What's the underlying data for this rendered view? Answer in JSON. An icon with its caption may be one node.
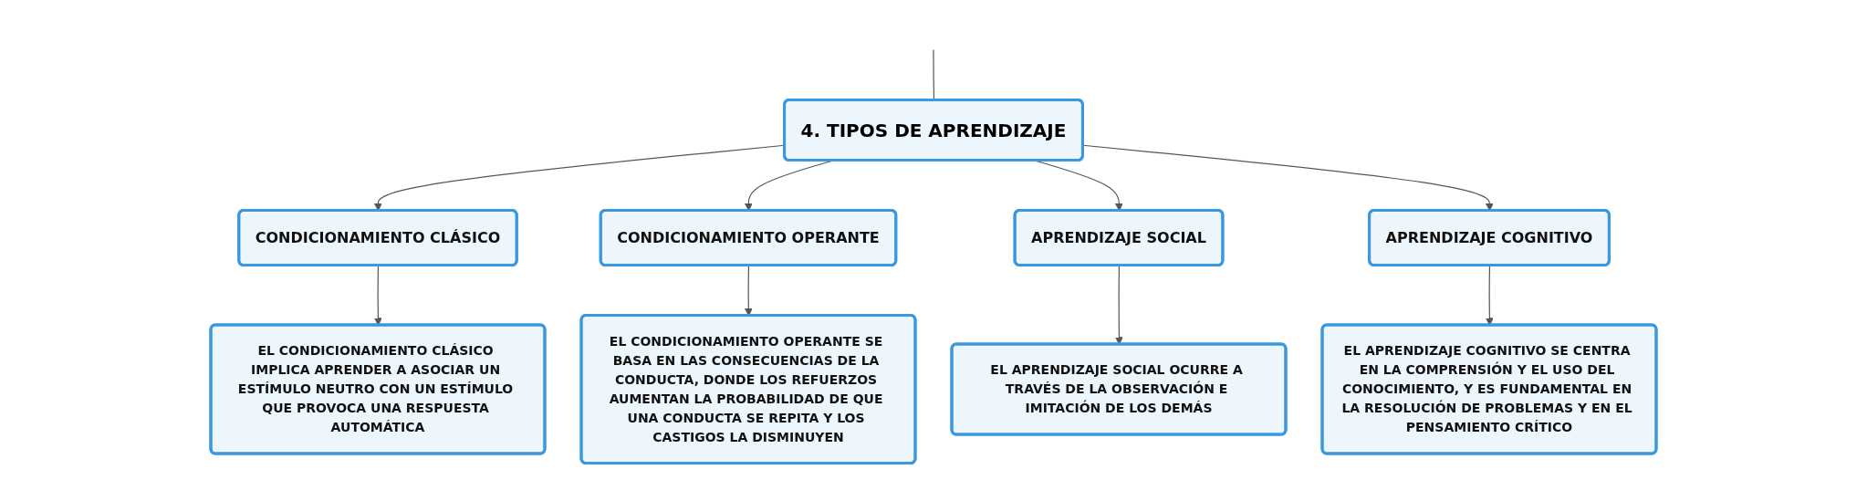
{
  "diagram": {
    "nodes": [
      {
        "text": [
          "4. TIPOS DE APRENDIZAJE"
        ]
      },
      {
        "text": [
          "CONDICIONAMIENTO CLÁSICO"
        ]
      },
      {
        "text": [
          "CONDICIONAMIENTO OPERANTE"
        ]
      },
      {
        "text": [
          "APRENDIZAJE SOCIAL"
        ]
      },
      {
        "text": [
          "APRENDIZAJE COGNITIVO"
        ]
      },
      {
        "text": [
          "EL CONDICIONAMIENTO CLÁSICO IMPLICA APRENDER A ASOCIAR UN ESTÍMULO NEUTRO CON UN ESTÍMULO QUE PROVOCA UNA RESPUESTA AUTOMÁTICA"
        ]
      },
      {
        "text": [
          "EL CONDICIONAMIENTO OPERANTE SE BASA EN LAS CONSECUENCIAS DE LA CONDUCTA, DONDE LOS REFUERZOS AUMENTAN LA PROBABILIDAD DE QUE UNA CONDUCTA SE REPITA Y LOS CASTIGOS LA DISMINUYEN"
        ]
      },
      {
        "text": [
          "EL APRENDIZAJE SOCIAL OCURRE A TRAVÉS DE LA OBSERVACIÓN E IMITACIÓN DE LOS DEMÁS"
        ]
      },
      {
        "text": [
          "EL APRENDIZAJE COGNITIVO SE CENTRA EN LA COMPRENSIÓN Y EL USO DEL CONOCIMIENTO, Y ES FUNDAMENTAL EN LA RESOLUCIÓN DE PROBLEMAS Y EN EL PENSAMIENTO CRÍTICO"
        ]
      }
    ],
    "edges": [
      {
        "from": null,
        "to": 0,
        "arrow": "none"
      },
      {
        "from": 0,
        "to": 1,
        "arrow": "to"
      },
      {
        "from": 0,
        "to": 2,
        "arrow": "to"
      },
      {
        "from": 0,
        "to": 3,
        "arrow": "to"
      },
      {
        "from": 0,
        "to": 4,
        "arrow": "to"
      },
      {
        "from": 1,
        "to": 5,
        "arrow": "to"
      },
      {
        "from": 2,
        "to": 6,
        "arrow": "to"
      },
      {
        "from": 3,
        "to": 7,
        "arrow": "to"
      },
      {
        "from": 4,
        "to": 8,
        "arrow": "to"
      }
    ]
  }
}
